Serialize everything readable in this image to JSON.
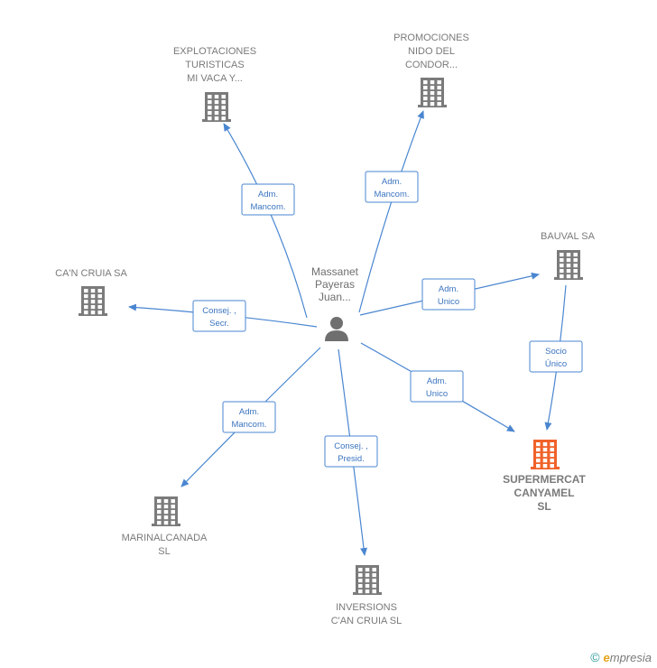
{
  "center": {
    "label_lines": [
      "Massanet",
      "Payeras",
      "Juan..."
    ]
  },
  "nodes": [
    {
      "id": "explotaciones",
      "label_lines": [
        "EXPLOTACIONES",
        "TURISTICAS",
        "MI VACA Y..."
      ],
      "highlight": false
    },
    {
      "id": "promociones",
      "label_lines": [
        "PROMOCIONES",
        "NIDO DEL",
        "CONDOR..."
      ],
      "highlight": false
    },
    {
      "id": "bauval",
      "label_lines": [
        "BAUVAL SA"
      ],
      "highlight": false
    },
    {
      "id": "cancruia",
      "label_lines": [
        "CA'N CRUIA SA"
      ],
      "highlight": false
    },
    {
      "id": "supermercat",
      "label_lines": [
        "SUPERMERCAT",
        "CANYAMEL",
        "SL"
      ],
      "highlight": true
    },
    {
      "id": "marinalcanada",
      "label_lines": [
        "MARINALCANADA",
        "SL"
      ],
      "highlight": false
    },
    {
      "id": "inversions",
      "label_lines": [
        "INVERSIONS",
        "C'AN CRUIA  SL"
      ],
      "highlight": false
    }
  ],
  "edges": [
    {
      "from": "center",
      "to": "explotaciones",
      "label_lines": [
        "Adm.",
        "Mancom."
      ]
    },
    {
      "from": "center",
      "to": "promociones",
      "label_lines": [
        "Adm.",
        "Mancom."
      ]
    },
    {
      "from": "center",
      "to": "bauval",
      "label_lines": [
        "Adm.",
        "Unico"
      ]
    },
    {
      "from": "center",
      "to": "cancruia",
      "label_lines": [
        "Consej. ,",
        "Secr."
      ]
    },
    {
      "from": "center",
      "to": "supermercat",
      "label_lines": [
        "Adm.",
        "Unico"
      ]
    },
    {
      "from": "center",
      "to": "marinalcanada",
      "label_lines": [
        "Adm.",
        "Mancom."
      ]
    },
    {
      "from": "center",
      "to": "inversions",
      "label_lines": [
        "Consej. ,",
        "Presid."
      ]
    },
    {
      "from": "bauval",
      "to": "supermercat",
      "label_lines": [
        "Socio",
        "Único"
      ]
    }
  ],
  "colors": {
    "edge": "#4a86d0",
    "building": "#7b7b7b",
    "highlight": "#f0622a",
    "person": "#6f6f6f"
  },
  "footer": {
    "copyright": "©",
    "brand_first": "e",
    "brand_rest": "mpresia"
  }
}
